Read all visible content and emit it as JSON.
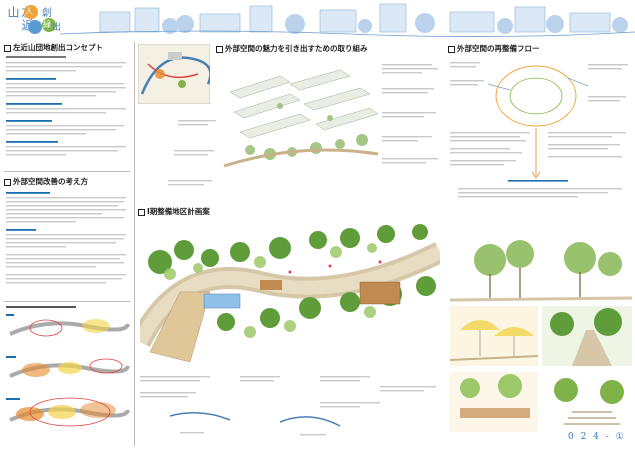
{
  "header": {
    "title": "左近山",
    "logo_chars": [
      "創",
      "人",
      "緑",
      "出"
    ]
  },
  "sections": {
    "concept": {
      "title": "左近山団地創出コンセプト"
    },
    "improvement": {
      "title": "外部空間改善の考え方"
    },
    "attraction": {
      "title": "外部空間の魅力を引き出すための取り組み"
    },
    "flow": {
      "title": "外部空間の再整備フロー"
    },
    "phase1": {
      "title": "Ⅰ期整備地区計画案"
    }
  },
  "colors": {
    "accent_blue": "#4a7fb5",
    "heading_blue": "#1a6fb0",
    "green": "#7fb34a",
    "orange": "#e58a2b",
    "yellow": "#f2d34a"
  },
  "page_number": "0 2 4 - ①"
}
